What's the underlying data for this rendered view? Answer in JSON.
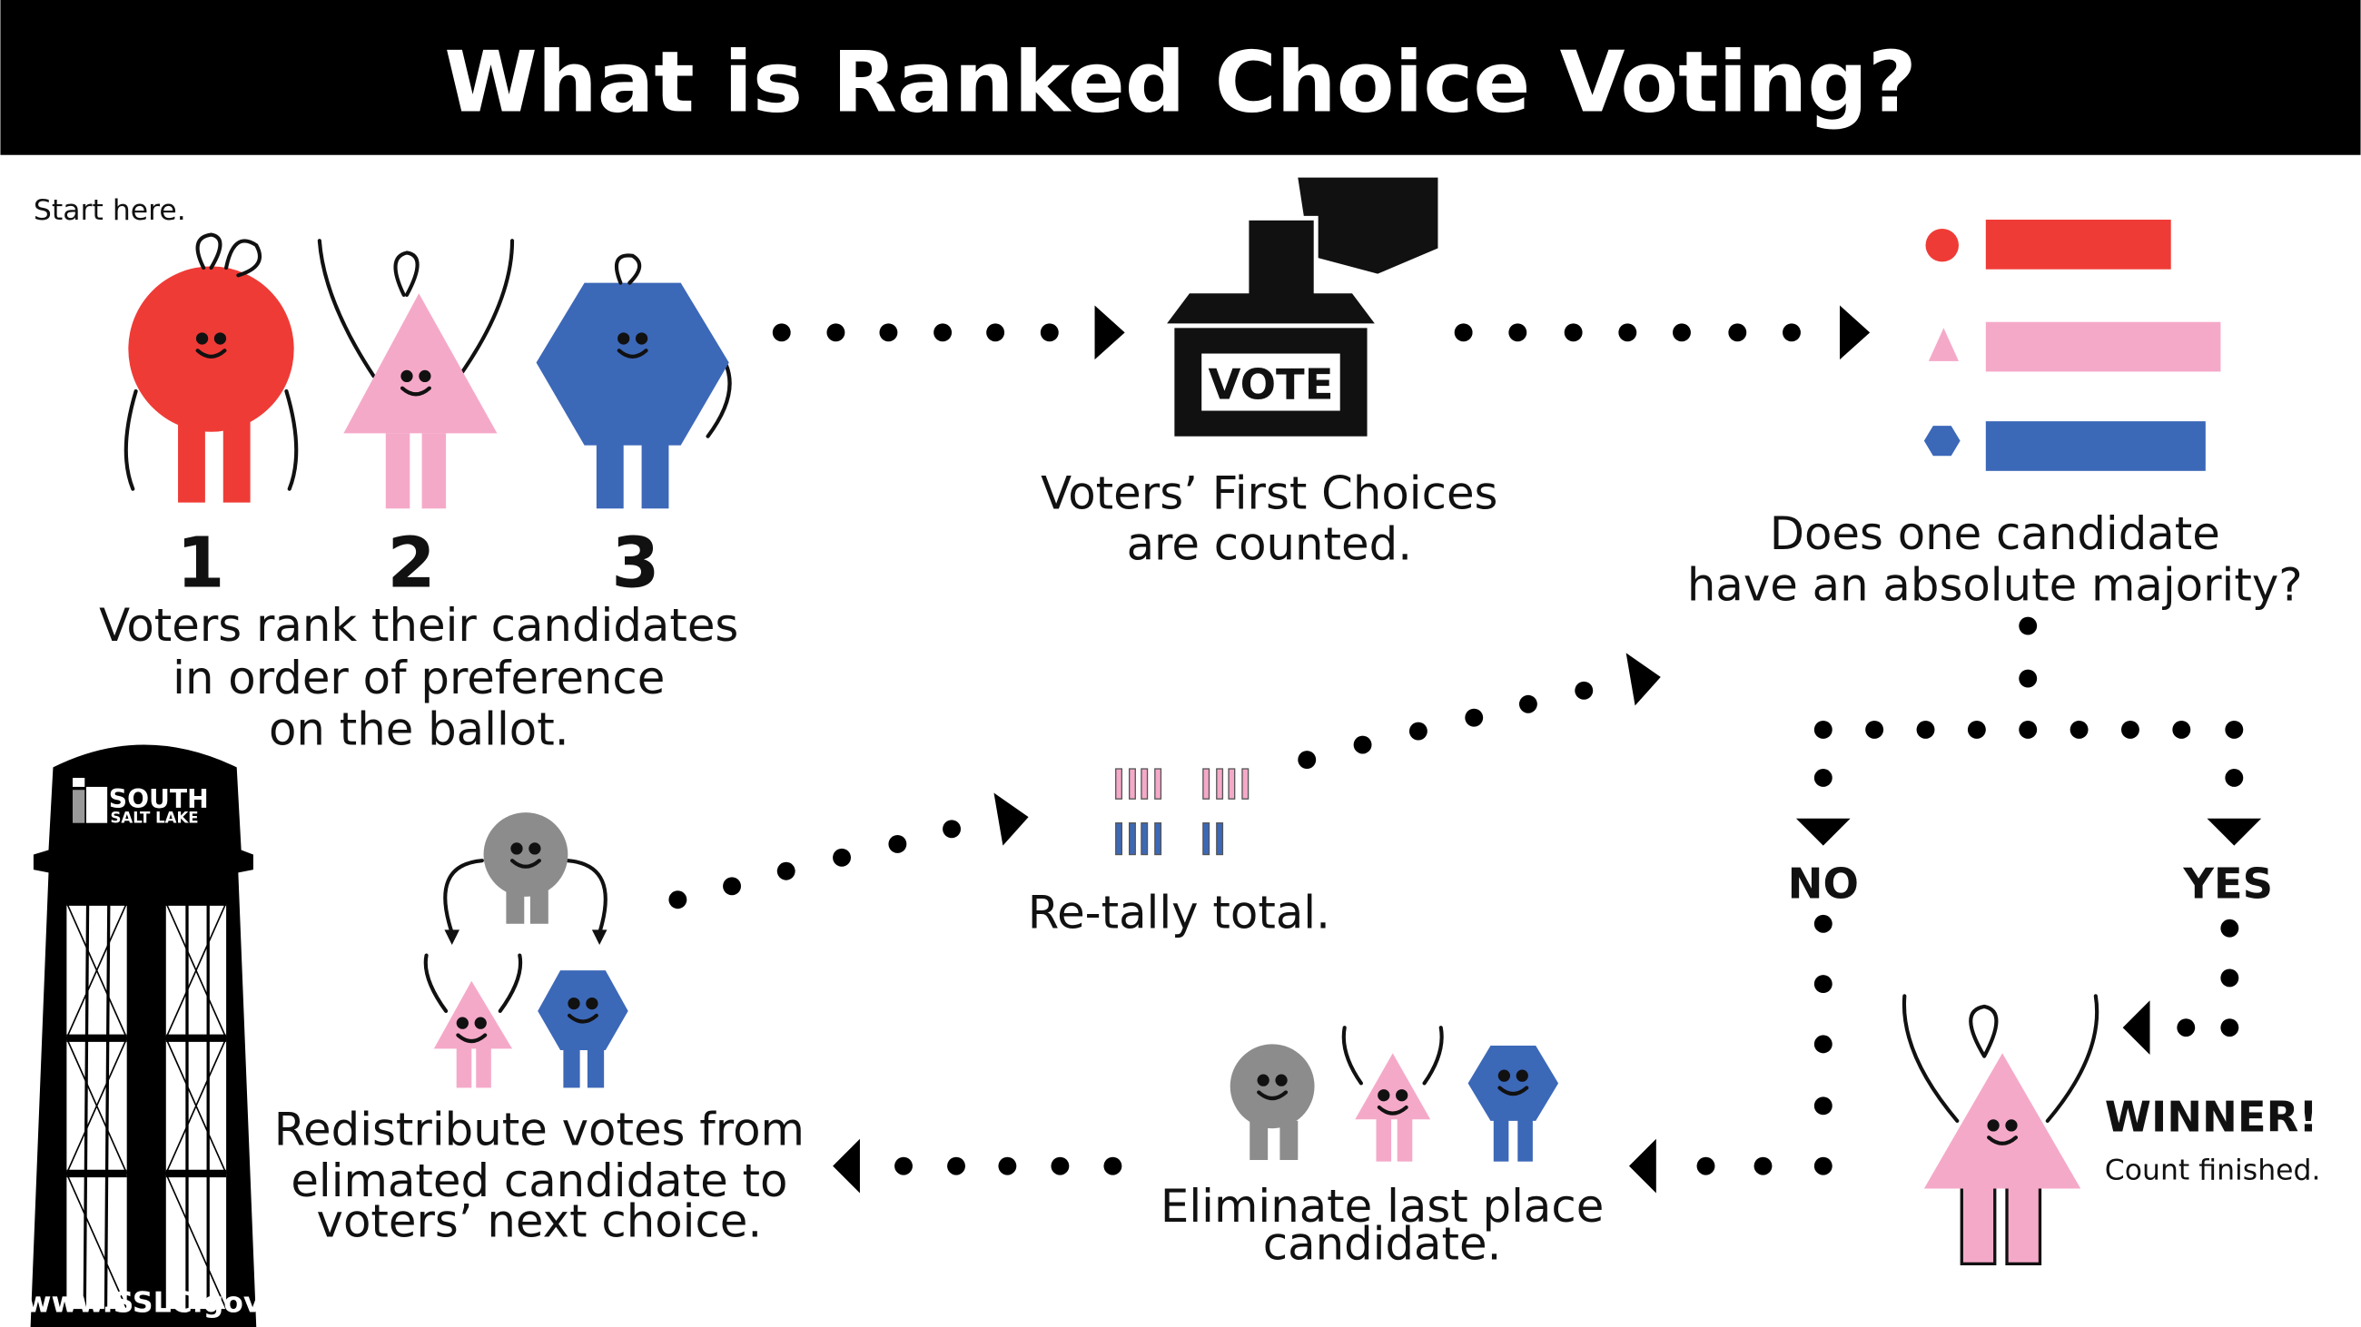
{
  "header": {
    "title": "What is Ranked Choice Voting?"
  },
  "start": {
    "label": "Start here."
  },
  "step1": {
    "ranks": [
      "1",
      "2",
      "3"
    ],
    "caption": [
      "Voters rank their candidates",
      "in order of preference",
      "on the ballot."
    ]
  },
  "step2": {
    "ballot_label": "VOTE",
    "caption": [
      "Voters’ First Choices",
      "are counted."
    ]
  },
  "step3": {
    "caption": [
      "Does one candidate",
      "have an absolute majority?"
    ],
    "no_label": "NO",
    "yes_label": "YES"
  },
  "winner": {
    "title": "WINNER!",
    "subtitle": "Count finished."
  },
  "eliminate": {
    "caption": [
      "Eliminate last place",
      "candidate."
    ]
  },
  "redistribute": {
    "caption": [
      "Redistribute votes from",
      "elimated candidate to",
      "voters’ next choice."
    ]
  },
  "retally": {
    "caption": "Re-tally total."
  },
  "logo": {
    "name_line1": "SOUTH",
    "name_line2": "SALT LAKE",
    "website": "www.SSLC.gov"
  },
  "colors": {
    "red": "#ef3b36",
    "pink": "#f5a9c8",
    "blue": "#3c68b8",
    "grey": "#8c8c8c",
    "black": "#000000"
  }
}
